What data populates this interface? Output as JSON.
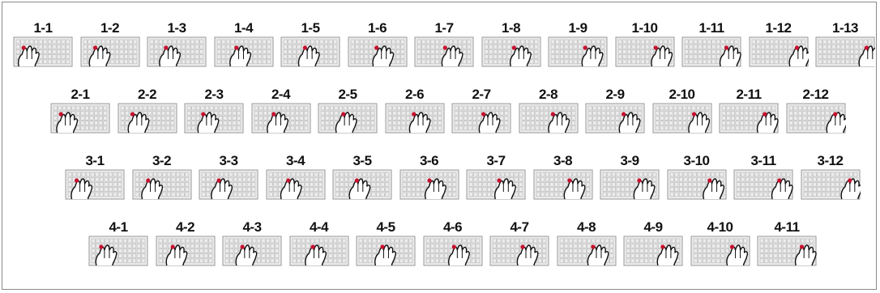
{
  "colors": {
    "keyboard_fill": "#ececec",
    "keyboard_stroke": "#9a9a9a",
    "key_stroke": "#b8b8b8",
    "hand_stroke": "#111111",
    "marker": "#c8102e"
  },
  "icons": {
    "keyboard": "keyboard-icon",
    "hand": "hand-icon",
    "marker": "red-dot-marker"
  },
  "rows": [
    {
      "items": [
        {
          "label": "1-1",
          "hand": 0.08,
          "dot": 0.14
        },
        {
          "label": "1-2",
          "hand": 0.15,
          "dot": 0.22
        },
        {
          "label": "1-3",
          "hand": 0.22,
          "dot": 0.3
        },
        {
          "label": "1-4",
          "hand": 0.28,
          "dot": 0.36
        },
        {
          "label": "1-5",
          "hand": 0.32,
          "dot": 0.4
        },
        {
          "label": "1-6",
          "hand": 0.45,
          "dot": 0.48
        },
        {
          "label": "1-7",
          "hand": 0.5,
          "dot": 0.52
        },
        {
          "label": "1-8",
          "hand": 0.52,
          "dot": 0.55
        },
        {
          "label": "1-9",
          "hand": 0.62,
          "dot": 0.64
        },
        {
          "label": "1-10",
          "hand": 0.66,
          "dot": 0.7
        },
        {
          "label": "1-11",
          "hand": 0.7,
          "dot": 0.78
        },
        {
          "label": "1-12",
          "hand": 0.74,
          "dot": 0.84
        },
        {
          "label": "1-13",
          "hand": 0.8,
          "dot": 0.9
        }
      ]
    },
    {
      "items": [
        {
          "label": "2-1",
          "hand": 0.1,
          "dot": 0.14
        },
        {
          "label": "2-2",
          "hand": 0.18,
          "dot": 0.22
        },
        {
          "label": "2-3",
          "hand": 0.24,
          "dot": 0.3
        },
        {
          "label": "2-4",
          "hand": 0.28,
          "dot": 0.36
        },
        {
          "label": "2-5",
          "hand": 0.32,
          "dot": 0.42
        },
        {
          "label": "2-6",
          "hand": 0.44,
          "dot": 0.48
        },
        {
          "label": "2-7",
          "hand": 0.5,
          "dot": 0.54
        },
        {
          "label": "2-8",
          "hand": 0.54,
          "dot": 0.58
        },
        {
          "label": "2-9",
          "hand": 0.62,
          "dot": 0.66
        },
        {
          "label": "2-10",
          "hand": 0.66,
          "dot": 0.72
        },
        {
          "label": "2-11",
          "hand": 0.7,
          "dot": 0.8
        },
        {
          "label": "2-12",
          "hand": 0.74,
          "dot": 0.86
        }
      ]
    },
    {
      "items": [
        {
          "label": "3-1",
          "hand": 0.1,
          "dot": 0.16
        },
        {
          "label": "3-2",
          "hand": 0.16,
          "dot": 0.24
        },
        {
          "label": "3-3",
          "hand": 0.22,
          "dot": 0.32
        },
        {
          "label": "3-4",
          "hand": 0.26,
          "dot": 0.36
        },
        {
          "label": "3-5",
          "hand": 0.3,
          "dot": 0.4
        },
        {
          "label": "3-6",
          "hand": 0.46,
          "dot": 0.5
        },
        {
          "label": "3-7",
          "hand": 0.52,
          "dot": 0.56
        },
        {
          "label": "3-8",
          "hand": 0.56,
          "dot": 0.62
        },
        {
          "label": "3-9",
          "hand": 0.62,
          "dot": 0.68
        },
        {
          "label": "3-10",
          "hand": 0.66,
          "dot": 0.74
        },
        {
          "label": "3-11",
          "hand": 0.7,
          "dot": 0.8
        },
        {
          "label": "3-12",
          "hand": 0.74,
          "dot": 0.86
        }
      ]
    },
    {
      "items": [
        {
          "label": "4-1",
          "hand": 0.12,
          "dot": 0.18
        },
        {
          "label": "4-2",
          "hand": 0.18,
          "dot": 0.26
        },
        {
          "label": "4-3",
          "hand": 0.24,
          "dot": 0.32
        },
        {
          "label": "4-4",
          "hand": 0.28,
          "dot": 0.38
        },
        {
          "label": "4-5",
          "hand": 0.34,
          "dot": 0.44
        },
        {
          "label": "4-6",
          "hand": 0.46,
          "dot": 0.52
        },
        {
          "label": "4-7",
          "hand": 0.5,
          "dot": 0.56
        },
        {
          "label": "4-8",
          "hand": 0.56,
          "dot": 0.62
        },
        {
          "label": "4-9",
          "hand": 0.62,
          "dot": 0.68
        },
        {
          "label": "4-10",
          "hand": 0.66,
          "dot": 0.72
        },
        {
          "label": "4-11",
          "hand": 0.7,
          "dot": 0.78
        }
      ]
    }
  ]
}
